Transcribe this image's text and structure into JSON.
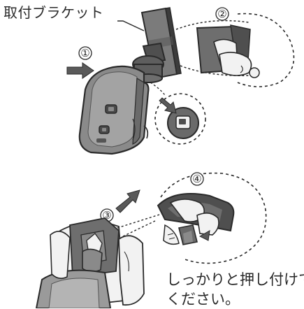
{
  "labels": {
    "bracket": "取付ブラケット",
    "instruction_line1": "しっかりと押し付けて",
    "instruction_line2": "ください。"
  },
  "steps": [
    "①",
    "②",
    "③",
    "④"
  ],
  "colors": {
    "device_body": "#8a8a8a",
    "device_dark": "#4f4f4f",
    "bracket": "#3c3c3c",
    "outline": "#2a2a2a",
    "arrow": "#5a5a5a",
    "hand": "#f2f2f2",
    "pad": "#6e6e6e"
  },
  "icons": [
    "right-arrow-icon",
    "diagonal-arrow-icon",
    "up-right-arrow-icon"
  ]
}
